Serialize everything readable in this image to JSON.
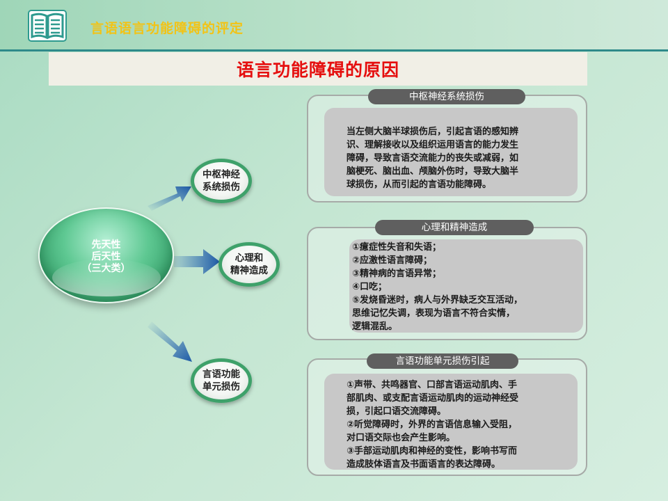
{
  "header": {
    "title": "言语语言功能障碍的评定",
    "icon": "book-icon",
    "title_color": "#f2c316",
    "line_color": "#2e8a8a"
  },
  "slide_title": {
    "text": "语言功能障碍的原因",
    "color": "#e50f0f"
  },
  "center_sphere": {
    "lines": [
      "先天性",
      "后天性",
      "（三大类）"
    ]
  },
  "nodes": [
    {
      "lines": [
        "中枢神经",
        "系统损伤"
      ]
    },
    {
      "lines": [
        "心理和",
        "精神造成"
      ]
    },
    {
      "lines": [
        "言语功能",
        "单元损伤"
      ]
    }
  ],
  "panels": [
    {
      "label": "中枢神经系统损伤",
      "lines": [
        "当左侧大脑半球损伤后，引起言语的感知辨",
        "识、理解接收以及组织运用语言的能力发生",
        "障碍，导致言语交流能力的丧失或减弱，如",
        "脑梗死、脑出血、颅脑外伤时，导致大脑半",
        "球损伤，从而引起的言语功能障碍。"
      ]
    },
    {
      "label": "心理和精神造成",
      "lines": [
        "①癔症性失音和失语；",
        "②应激性语言障碍；",
        "③精神病的言语异常；",
        "④口吃；",
        "⑤发烧昏迷时，病人与外界缺乏交互活动，",
        "思维记忆失调，表现为语言不符合实情，",
        "逻辑混乱。"
      ]
    },
    {
      "label": "言语功能单元损伤引起",
      "lines": [
        "①声带、共鸣器官、口部言语运动肌肉、手",
        "部肌肉、或支配言语运动肌肉的运动神经受",
        "损，引起口语交流障碍。",
        "②听觉障碍时，外界的言语信息输入受阻，",
        "对口语交际也会产生影响。",
        "③手部运动肌肉和神经的变性，影响书写而",
        "造成肢体语言及书面语言的表达障碍。"
      ]
    }
  ]
}
